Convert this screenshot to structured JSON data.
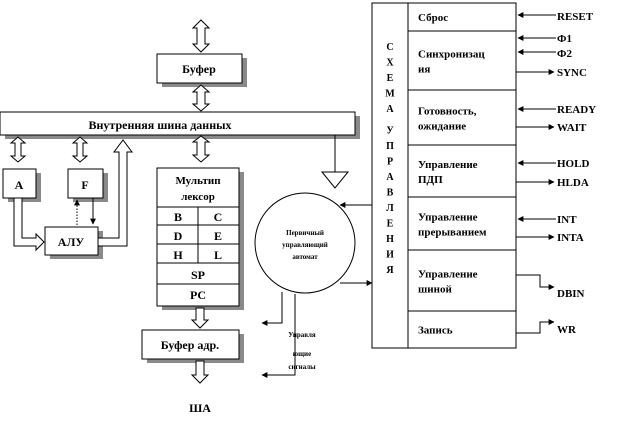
{
  "blocks": {
    "buffer": "Буфер",
    "internal_bus": "Внутренняя шина данных",
    "reg_a": "A",
    "reg_f": "F",
    "alu": "АЛУ",
    "mux_line1": "Мультип",
    "mux_line2": "лексор",
    "reg_b": "B",
    "reg_c": "C",
    "reg_d": "D",
    "reg_e": "E",
    "reg_h": "H",
    "reg_l": "L",
    "reg_sp": "SP",
    "reg_pc": "PC",
    "addr_buffer": "Буфер адр.",
    "address_bus": "ША",
    "automaton_line1": "Первичный",
    "automaton_line2": "управляющий",
    "automaton_line3": "автомат",
    "ctrl_signals_line1": "Управля",
    "ctrl_signals_line2": "ющие",
    "ctrl_signals_line3": "сигналы",
    "control_scheme_vertical": "СХЕМА УПРАВЛЕНИЯ"
  },
  "control_sections": [
    {
      "line1": "Сброс",
      "line2": ""
    },
    {
      "line1": "Синхронизац",
      "line2": "ия"
    },
    {
      "line1": "Готовность,",
      "line2": "ожидание"
    },
    {
      "line1": "Управление",
      "line2": "ПДП"
    },
    {
      "line1": "Управление",
      "line2": "прерыванием"
    },
    {
      "line1": "Управление",
      "line2": "шиной"
    },
    {
      "line1": "Запись",
      "line2": ""
    }
  ],
  "signals": {
    "reset": "RESET",
    "phi1": "Ф1",
    "phi2": "Ф2",
    "sync": "SYNC",
    "ready": "READY",
    "wait": "WAIT",
    "hold": "HOLD",
    "hlda": "HLDA",
    "int": "INT",
    "inta": "INTA",
    "dbin": "DBIN",
    "wr": "WR"
  }
}
